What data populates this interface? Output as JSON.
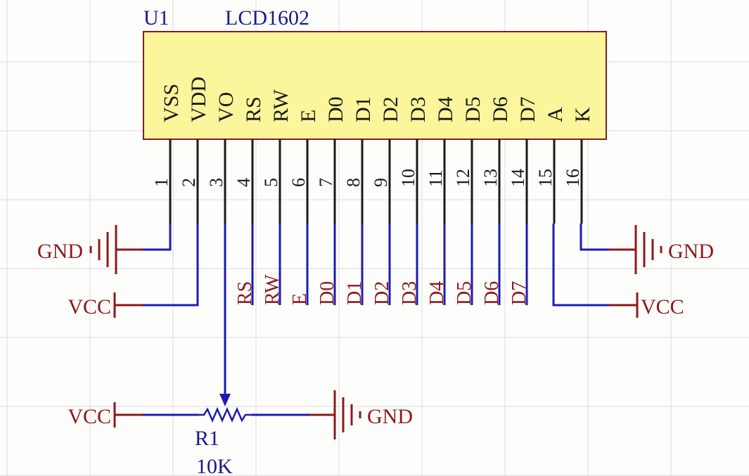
{
  "component": {
    "designator": "U1",
    "part": "LCD1602",
    "pins": [
      {
        "number": "1",
        "name": "VSS"
      },
      {
        "number": "2",
        "name": "VDD"
      },
      {
        "number": "3",
        "name": "VO"
      },
      {
        "number": "4",
        "name": "RS"
      },
      {
        "number": "5",
        "name": "RW"
      },
      {
        "number": "6",
        "name": "E"
      },
      {
        "number": "7",
        "name": "D0"
      },
      {
        "number": "8",
        "name": "D1"
      },
      {
        "number": "9",
        "name": "D2"
      },
      {
        "number": "10",
        "name": "D3"
      },
      {
        "number": "11",
        "name": "D4"
      },
      {
        "number": "12",
        "name": "D5"
      },
      {
        "number": "13",
        "name": "D6"
      },
      {
        "number": "14",
        "name": "D7"
      },
      {
        "number": "15",
        "name": "A"
      },
      {
        "number": "16",
        "name": "K"
      }
    ]
  },
  "net_labels": [
    "RS",
    "RW",
    "E",
    "D0",
    "D1",
    "D2",
    "D3",
    "D4",
    "D5",
    "D6",
    "D7"
  ],
  "power_ports": {
    "gnd_left": "GND",
    "vcc_left": "VCC",
    "gnd_right": "GND",
    "vcc_right": "VCC",
    "vcc_pot": "VCC",
    "gnd_pot": "GND"
  },
  "potentiometer": {
    "designator": "R1",
    "value": "10K"
  },
  "colors": {
    "component_body": "#fbf59b",
    "component_border": "#7a2121",
    "pin": "#1a1a1a",
    "wire": "#1c1cb4",
    "power": "#8b1a1a",
    "designator": "#1a1a8c",
    "grid": "#dcdcdc"
  }
}
